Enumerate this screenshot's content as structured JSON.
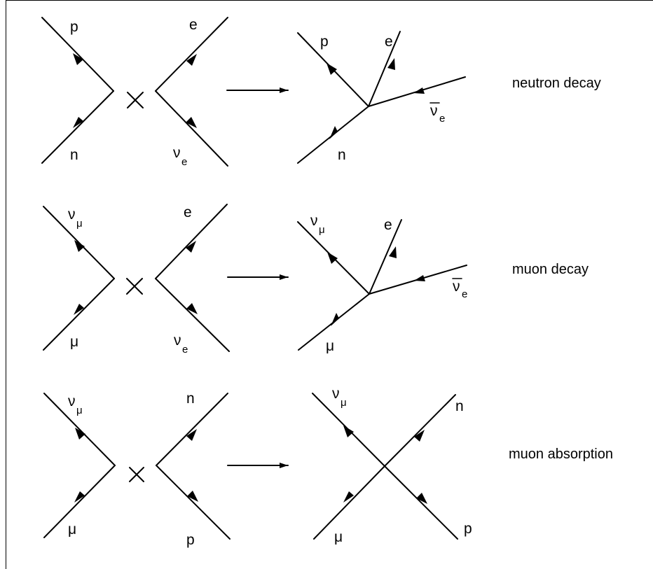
{
  "rows": [
    {
      "process": "neutron decay",
      "four_fermion": {
        "left_in": "n",
        "left_out": "p",
        "right_in": "ν",
        "right_in_sub": "e",
        "right_out": "e"
      },
      "result": {
        "in": "n",
        "out1": "p",
        "out2": "e",
        "anti": "ν",
        "anti_sub": "e"
      }
    },
    {
      "process": "muon decay",
      "four_fermion": {
        "left_in": "μ",
        "left_out": "ν",
        "left_out_sub": "μ",
        "right_in": "ν",
        "right_in_sub": "e",
        "right_out": "e"
      },
      "result": {
        "in": "μ",
        "out1": "ν",
        "out1_sub": "μ",
        "out2": "e",
        "anti": "ν",
        "anti_sub": "e"
      }
    },
    {
      "process": "muon absorption",
      "four_fermion": {
        "left_in": "μ",
        "left_out": "ν",
        "left_out_sub": "μ",
        "right_in": "p",
        "right_out": "n"
      },
      "result": {
        "in1": "μ",
        "in2": "p",
        "out1": "ν",
        "out1_sub": "μ",
        "out2": "n"
      }
    }
  ]
}
